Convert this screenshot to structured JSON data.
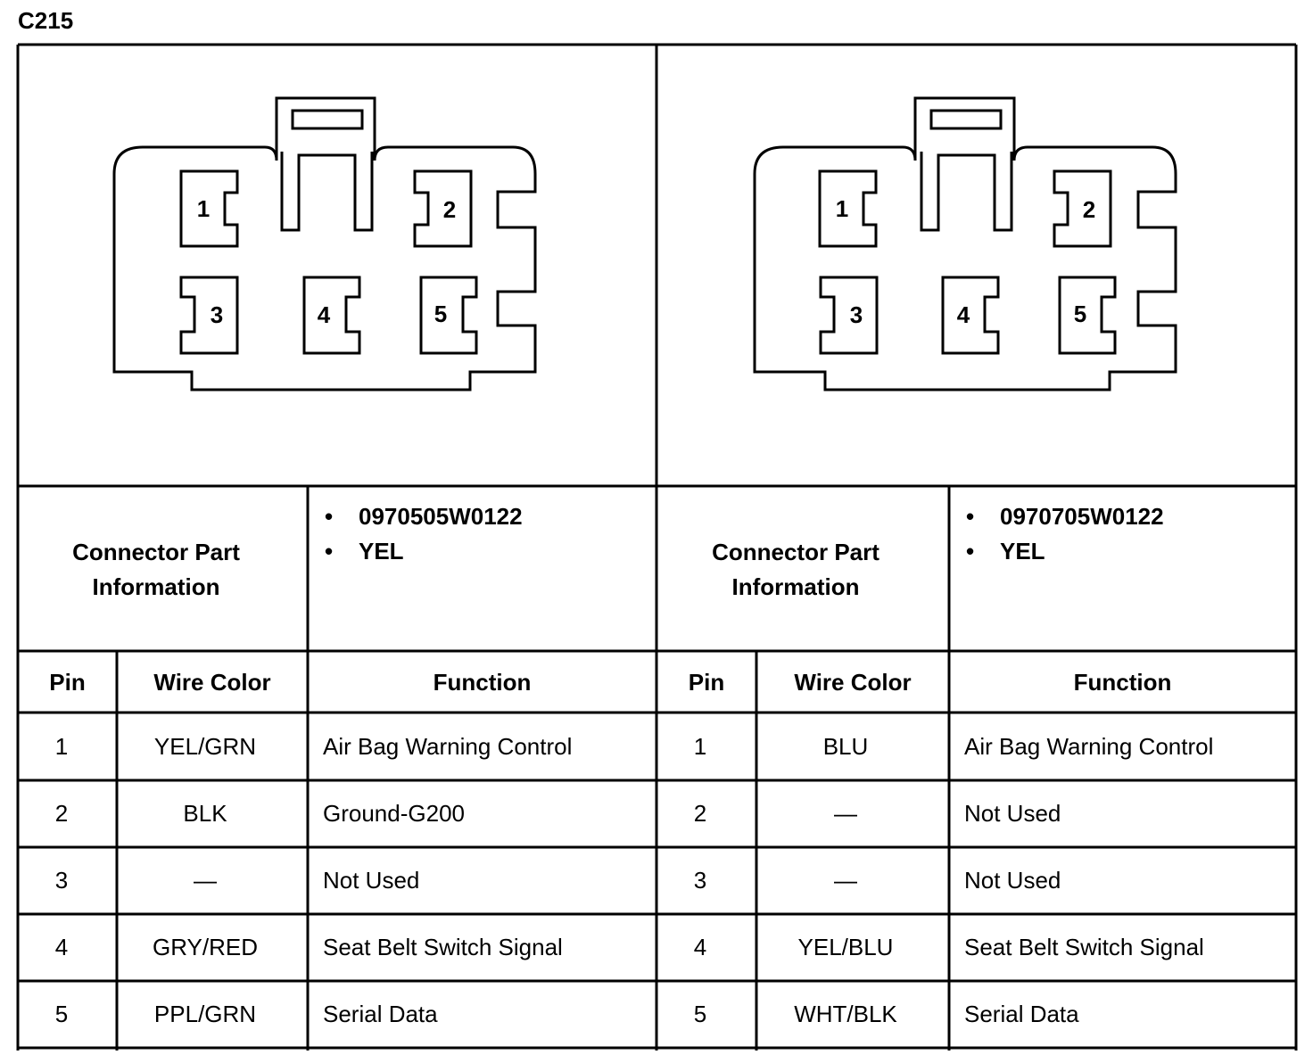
{
  "title": "C215",
  "connectors": [
    {
      "pins": [
        "1",
        "2",
        "3",
        "4",
        "5"
      ],
      "part_label": "Connector Part Information",
      "part_info": [
        "0970505W0122",
        "YEL"
      ],
      "headers": {
        "pin": "Pin",
        "wire": "Wire Color",
        "function": "Function"
      },
      "rows": [
        {
          "pin": "1",
          "wire": "YEL/GRN",
          "function": "Air Bag Warning Control"
        },
        {
          "pin": "2",
          "wire": "BLK",
          "function": "Ground-G200"
        },
        {
          "pin": "3",
          "wire": "—",
          "function": "Not Used"
        },
        {
          "pin": "4",
          "wire": "GRY/RED",
          "function": "Seat Belt Switch Signal"
        },
        {
          "pin": "5",
          "wire": "PPL/GRN",
          "function": "Serial Data"
        }
      ]
    },
    {
      "pins": [
        "1",
        "2",
        "3",
        "4",
        "5"
      ],
      "part_label": "Connector Part Information",
      "part_info": [
        "0970705W0122",
        "YEL"
      ],
      "headers": {
        "pin": "Pin",
        "wire": "Wire Color",
        "function": "Function"
      },
      "rows": [
        {
          "pin": "1",
          "wire": "BLU",
          "function": "Air Bag Warning Control"
        },
        {
          "pin": "2",
          "wire": "—",
          "function": "Not Used"
        },
        {
          "pin": "3",
          "wire": "—",
          "function": "Not Used"
        },
        {
          "pin": "4",
          "wire": "YEL/BLU",
          "function": "Seat Belt Switch Signal"
        },
        {
          "pin": "5",
          "wire": "WHT/BLK",
          "function": "Serial Data"
        }
      ]
    }
  ],
  "bullet_symbol": "•"
}
